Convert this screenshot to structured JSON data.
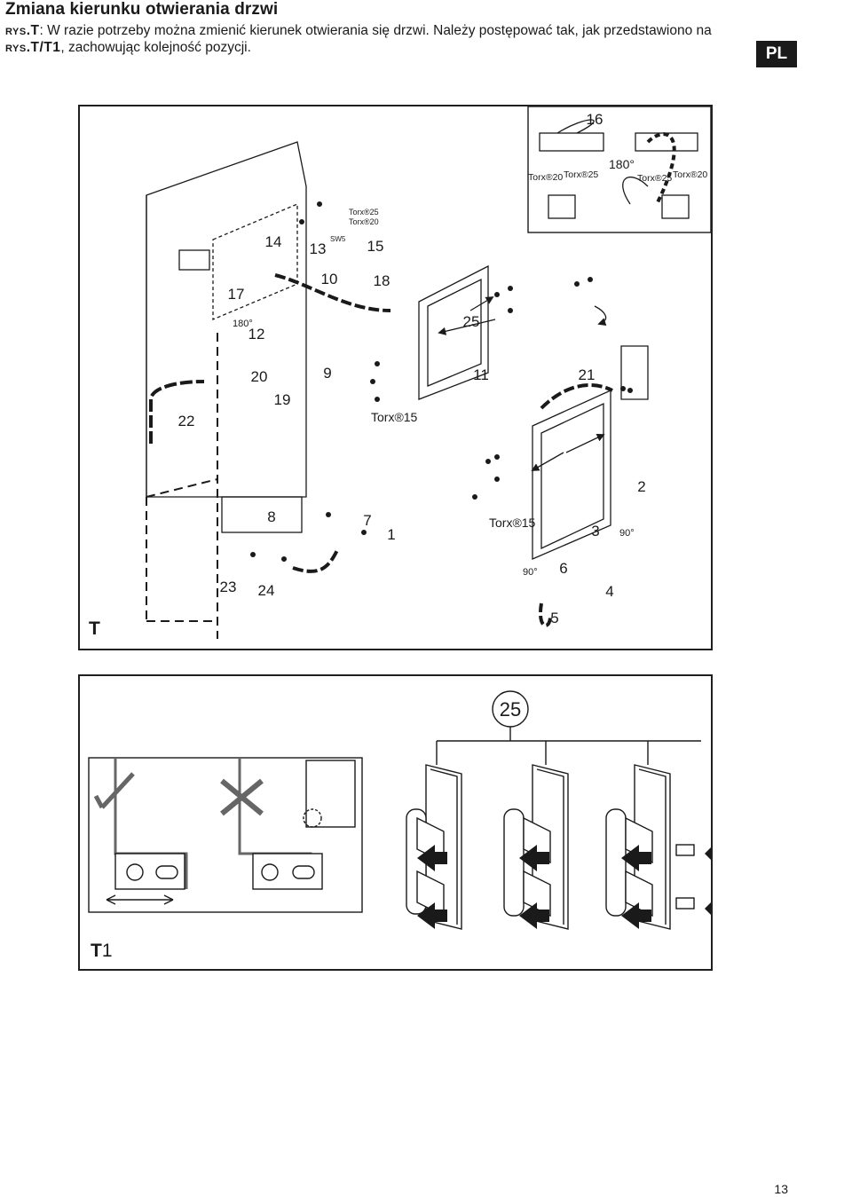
{
  "header": {
    "title": "Zmiana kierunku otwierania drzwi",
    "ref_t": "rys.T",
    "intro_a": ": W razie potrzeby można zmienić kierunek otwierania się drzwi. Należy postępować tak, jak przedstawiono na ",
    "ref_t_t1": "rys.T/T1",
    "intro_b": ", zachowując kolejność pozycji.",
    "lang": "PL"
  },
  "figure_t": {
    "label_main": "T",
    "torx_25": "Torx®25",
    "torx_20": "Torx®20",
    "torx_15": "Torx®15",
    "sw5": "SW5",
    "deg_180": "180°",
    "deg_90": "90°",
    "steps": [
      "1",
      "2",
      "3",
      "4",
      "5",
      "6",
      "7",
      "8",
      "9",
      "10",
      "11",
      "12",
      "13",
      "14",
      "15",
      "16",
      "17",
      "18",
      "19",
      "20",
      "21",
      "22",
      "23",
      "24",
      "25"
    ]
  },
  "figure_t1": {
    "label_main": "T",
    "label_sub": "1",
    "callout": "25"
  },
  "footer": {
    "page": "13"
  }
}
